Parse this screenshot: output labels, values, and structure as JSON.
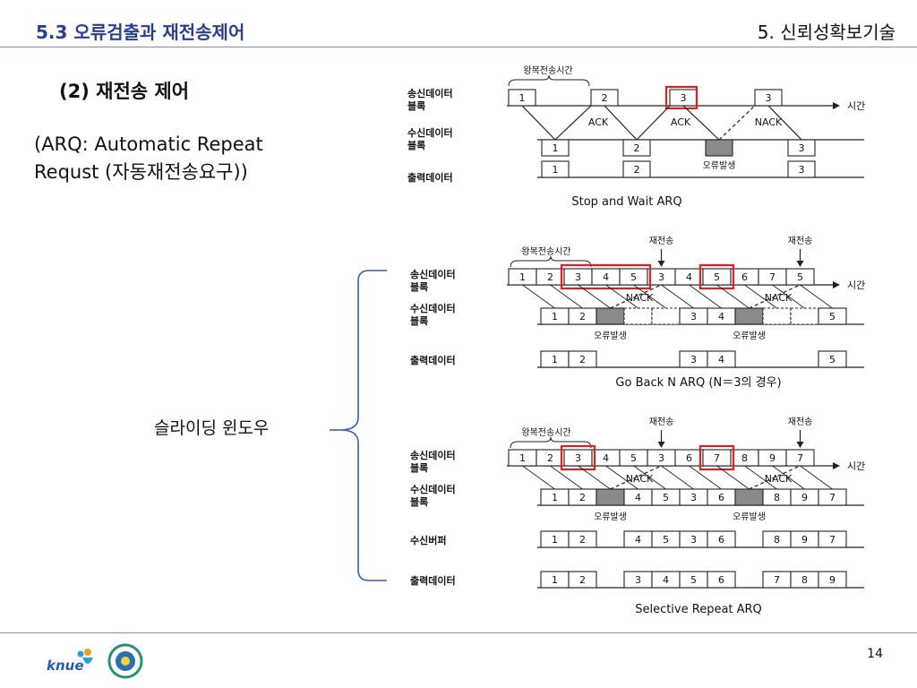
{
  "header": {
    "section": "5.3  오류검출과 재전송제어",
    "chapter": "5. 신뢰성확보기술"
  },
  "subtitle": "(2) 재전송 제어",
  "description_line1": "(ARQ: Automatic Repeat",
  "description_line2": "Requst (자동재전송요구))",
  "sliding_window_label": "슬라이딩 윈도우",
  "page_number": "14",
  "logo_text": "knue",
  "colors": {
    "header": "#2a3f8f",
    "highlight": "#e02020",
    "bracket": "#3b5bb5"
  },
  "common": {
    "send_label": "송신데이터",
    "block_label": "블록",
    "recv_label": "수신데이터",
    "output_label": "출력데이터",
    "buffer_label": "수신버퍼",
    "rtt_label": "왕복전송시간",
    "time_label": "시간",
    "retransmit_label": "재전송",
    "error_label": "오류발생",
    "ack": "ACK",
    "nack": "NACK"
  },
  "diagrams": [
    {
      "title": "Stop and Wait ARQ",
      "send": [
        "1",
        "2",
        "3",
        "3"
      ],
      "recv": [
        "1",
        "2",
        "3"
      ],
      "output": [
        "1",
        "2",
        "3"
      ]
    },
    {
      "title": "Go Back N ARQ  (N＝3의 경우)",
      "send": [
        "1",
        "2",
        "3",
        "4",
        "5",
        "3",
        "4",
        "5",
        "6",
        "7",
        "5"
      ],
      "recv": [
        "1",
        "2",
        "",
        "",
        "",
        "3",
        "4",
        "",
        "",
        "",
        "5"
      ],
      "output": [
        "1",
        "2",
        "",
        "",
        "",
        "3",
        "4",
        "",
        "",
        "",
        "5"
      ]
    },
    {
      "title": "Selective Repeat ARQ",
      "send": [
        "1",
        "2",
        "3",
        "4",
        "5",
        "3",
        "6",
        "7",
        "8",
        "9",
        "7"
      ],
      "recv": [
        "1",
        "2",
        "",
        "4",
        "5",
        "3",
        "6",
        "",
        "8",
        "9",
        "7"
      ],
      "buffer": [
        "1",
        "2",
        "",
        "4",
        "5",
        "3",
        "6",
        "",
        "8",
        "9",
        "7"
      ],
      "output": [
        "1",
        "2",
        "",
        "3",
        "4",
        "5",
        "6",
        "",
        "7",
        "8",
        "9"
      ]
    }
  ]
}
